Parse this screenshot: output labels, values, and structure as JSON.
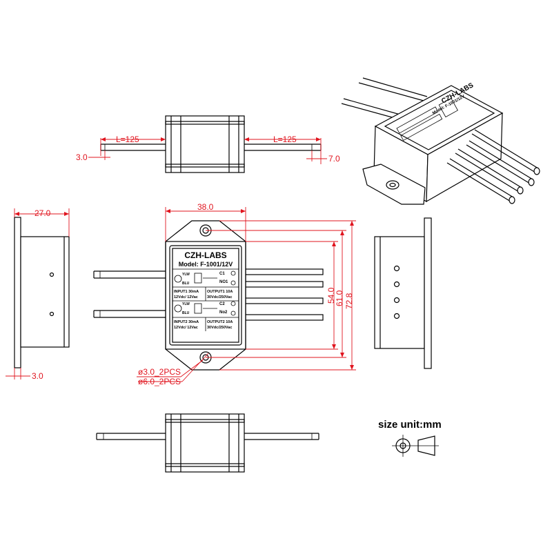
{
  "colors": {
    "dimension": "#e0141e",
    "outline": "#000000",
    "background": "#ffffff"
  },
  "dimensions": {
    "wire_length_left": "L=125",
    "wire_length_right": "L=125",
    "wire_strip_left": "3.0",
    "wire_strip_right": "7.0",
    "side_depth": "27.0",
    "side_flange": "3.0",
    "body_width": "38.0",
    "height_54": "54.0",
    "height_61": "61.0",
    "height_72": "72.8",
    "hole_small": "ø3.0_2PCS",
    "hole_large": "ø6.0_2PCS"
  },
  "label": {
    "brand": "CZH-LABS",
    "model": "Model: F-1001/12V",
    "ch1": {
      "ylw": "YLW",
      "blu": "BLU",
      "c": "C1",
      "no": "NO1",
      "input": "INPUT1 30mA",
      "input_v": "12Vdc/ 12Vac",
      "output": "OUTPUT1 10A",
      "output_v": "30Vdc/250Vac"
    },
    "ch2": {
      "ylw": "YLW",
      "blu": "BLU",
      "c": "C2",
      "no": "No2",
      "input": "INPUT2 30mA",
      "input_v": "12Vdc/ 12Vac",
      "output": "OUTPUT2 10A",
      "output_v": "30Vdc/250Vac"
    }
  },
  "size_unit": "size unit:mm",
  "icons": [
    "projection-symbol-icon"
  ]
}
